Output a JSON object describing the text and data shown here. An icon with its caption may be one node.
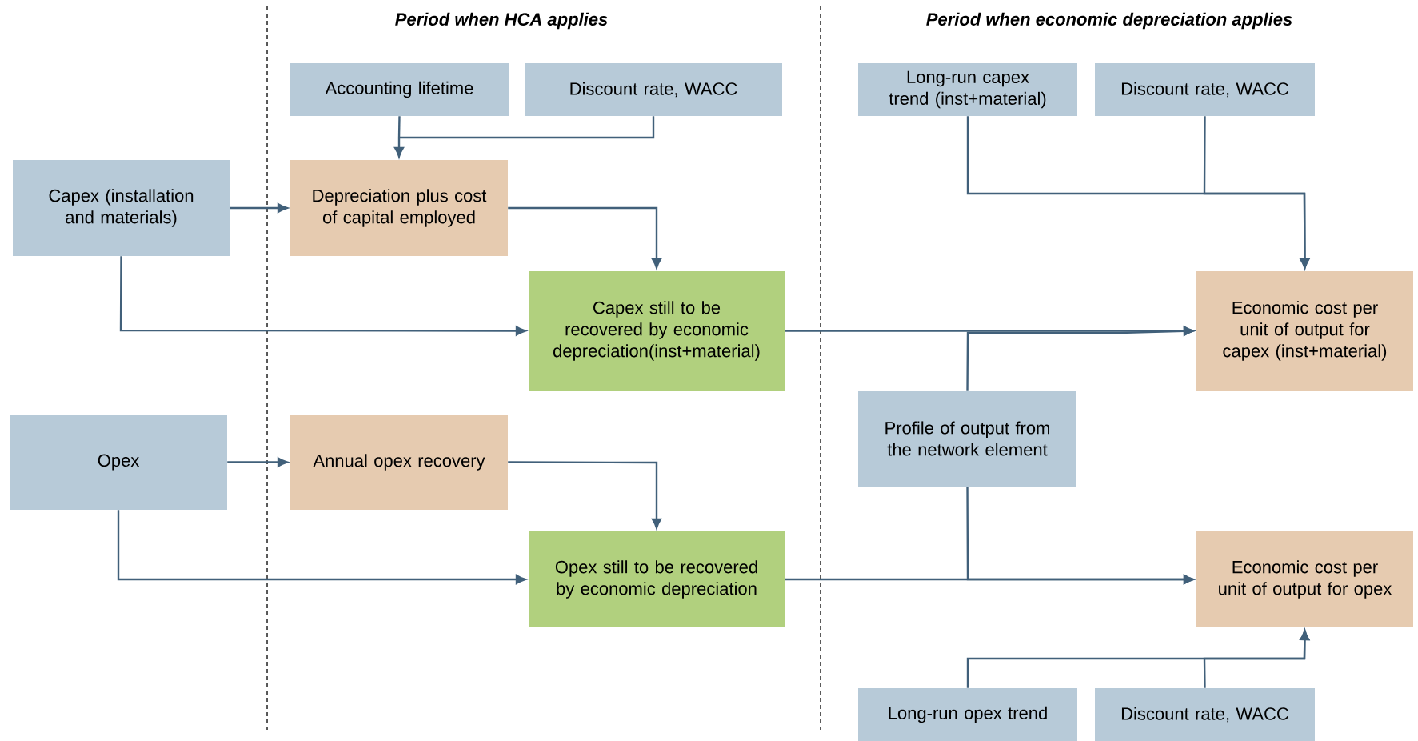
{
  "diagram": {
    "nodes": [
      {
        "text": [
          "Accounting lifetime"
        ]
      },
      {
        "text": [
          "Discount rate, WACC"
        ]
      },
      {
        "text": [
          "Long-run capex trend (inst+material)"
        ]
      },
      {
        "text": [
          "Discount rate, WACC"
        ]
      },
      {
        "text": [
          "Capex (installation and materials)"
        ]
      },
      {
        "text": [
          "Depreciation plus cost of capital employed"
        ]
      },
      {
        "text": [
          "Capex still to be recovered by economic depreciation(inst+material)"
        ]
      },
      {
        "text": [
          "Economic cost per unit of output for capex (inst+material)"
        ]
      },
      {
        "text": [
          "Opex"
        ]
      },
      {
        "text": [
          "Annual opex recovery"
        ]
      },
      {
        "text": [
          "Profile of output from the network element"
        ]
      },
      {
        "text": [
          "Opex still to be recovered by economic depreciation"
        ]
      },
      {
        "text": [
          "Economic cost per unit of output for opex"
        ]
      },
      {
        "text": [
          "Long-run opex trend"
        ]
      },
      {
        "text": [
          "Discount rate, WACC"
        ]
      }
    ],
    "edges": [
      {
        "from": 0,
        "to": 5,
        "arrow": "to"
      },
      {
        "from": 1,
        "to": 5,
        "arrow": "to"
      },
      {
        "from": 4,
        "to": 5,
        "arrow": "to"
      },
      {
        "from": 5,
        "to": 6,
        "arrow": "to"
      },
      {
        "from": 4,
        "to": 6,
        "arrow": "to"
      },
      {
        "from": 2,
        "to": 7,
        "arrow": "to"
      },
      {
        "from": 3,
        "to": 7,
        "arrow": "to"
      },
      {
        "from": 6,
        "to": 7,
        "arrow": "to"
      },
      {
        "from": 10,
        "to": 7,
        "arrow": "to"
      },
      {
        "from": 8,
        "to": 9,
        "arrow": "to"
      },
      {
        "from": 9,
        "to": 11,
        "arrow": "to"
      },
      {
        "from": 8,
        "to": 11,
        "arrow": "to"
      },
      {
        "from": 11,
        "to": 12,
        "arrow": "to"
      },
      {
        "from": 10,
        "to": 12,
        "arrow": "to"
      },
      {
        "from": 13,
        "to": 12,
        "arrow": "to"
      },
      {
        "from": 14,
        "to": 12,
        "arrow": "to"
      }
    ],
    "labels": [
      "Period when HCA applies",
      "Period when economic depreciation applies"
    ]
  }
}
